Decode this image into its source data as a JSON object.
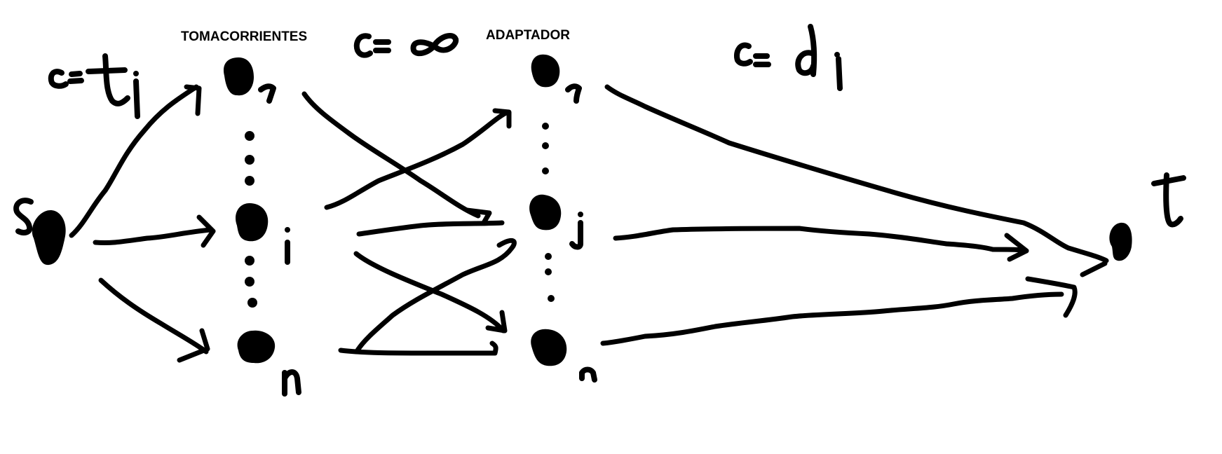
{
  "diagram": {
    "column_labels": {
      "left": "TOMACORRIENTES",
      "right": "ADAPTADOR"
    },
    "capacity_labels": {
      "source_edges": "c=t_i",
      "middle_edges": "c=∞",
      "sink_edges": "c=d_i"
    },
    "node_labels": {
      "source": "s",
      "sink": "t",
      "left_top": "1",
      "left_mid": "i",
      "left_bottom": "n",
      "right_top": "1",
      "right_mid": "j",
      "right_bottom": "n"
    },
    "colors": {
      "ink": "#000000",
      "background": "#ffffff"
    }
  }
}
